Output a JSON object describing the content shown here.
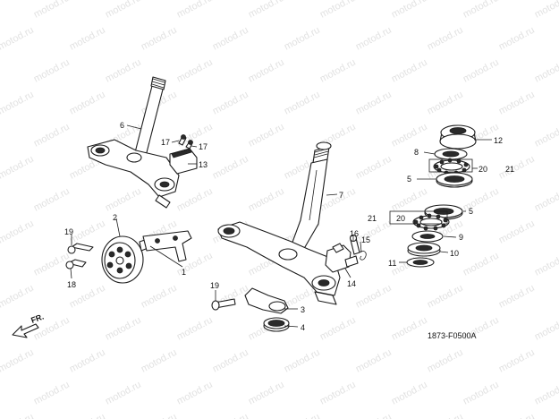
{
  "watermark": {
    "text": "motod.ru"
  },
  "direction": {
    "label": "FR."
  },
  "reference_code": "1873-F0500A",
  "callouts": [
    "1",
    "2",
    "3",
    "4",
    "5",
    "5",
    "6",
    "7",
    "8",
    "9",
    "10",
    "11",
    "12",
    "13",
    "14",
    "15",
    "16",
    "17",
    "17",
    "18",
    "19",
    "19",
    "20",
    "20",
    "21",
    "21"
  ]
}
